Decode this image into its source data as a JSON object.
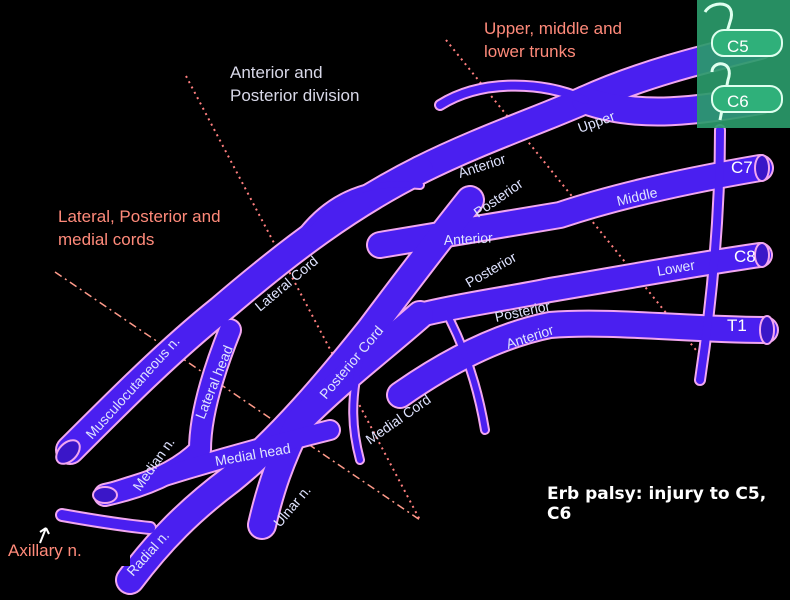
{
  "headings": {
    "trunks_line1": "Upper, middle and",
    "trunks_line2": "lower trunks",
    "divisions_line1": "Anterior and",
    "divisions_line2": "Posterior division",
    "cords_line1": "Lateral, Posterior and",
    "cords_line2": "medial cords"
  },
  "roots": {
    "c5": "C5",
    "c6": "C6",
    "c7": "C7",
    "c8": "C8",
    "t1": "T1"
  },
  "trunk_labels": {
    "upper": "Upper",
    "middle": "Middle",
    "lower": "Lower"
  },
  "division_labels": {
    "upper_anterior": "Anterior",
    "upper_posterior": "Posterior",
    "middle_anterior": "Anterior",
    "middle_posterior": "Posterior",
    "lower_posterior": "Posterior",
    "lower_anterior": "Anterior"
  },
  "cord_labels": {
    "lateral": "Lateral Cord",
    "posterior": "Posterior Cord",
    "medial": "Medial Cord"
  },
  "branch_labels": {
    "musculocutaneous": "Musculocutaneous n.",
    "lateral_head": "Lateral head",
    "medial_head": "Medial head",
    "median": "Median n.",
    "ulnar": "Ulnar n.",
    "radial": "Radial n.",
    "axillary": "Axillary n."
  },
  "note": "Erb palsy: injury to C5, C6",
  "colors": {
    "background": "#000000",
    "nerve_fill": "#4a1ff0",
    "nerve_outline": "#f2a7f0",
    "heading_text": "#ff8a7a",
    "highlight": "#2a9a6a"
  }
}
